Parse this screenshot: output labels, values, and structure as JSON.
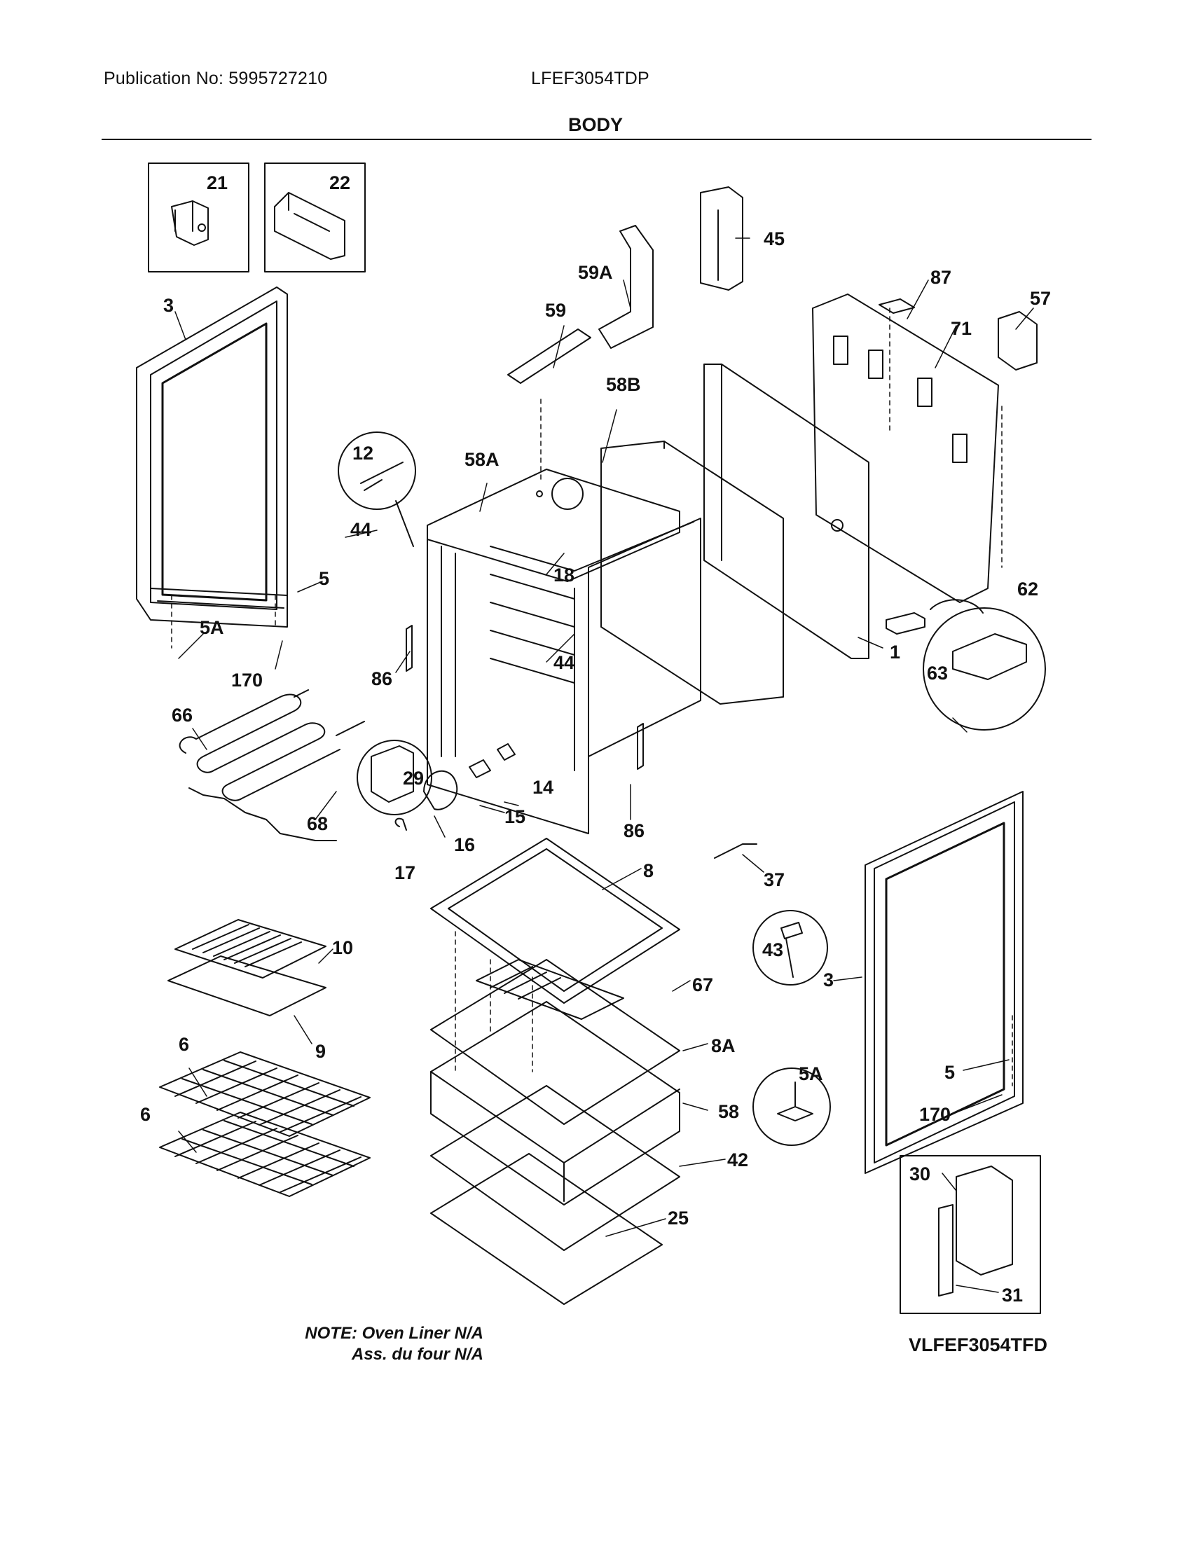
{
  "header": {
    "publication": "Publication No: 5995727210",
    "model": "LFEF3054TDP"
  },
  "section_title": "BODY",
  "labels": {
    "p21": "21",
    "p22": "22",
    "p3_left": "3",
    "p59a": "59A",
    "p45": "45",
    "p59": "59",
    "p87": "87",
    "p57": "57",
    "p71": "71",
    "p58b": "58B",
    "p12": "12",
    "p58a": "58A",
    "p44_top": "44",
    "p18": "18",
    "p5_left": "5",
    "p5a_left": "5A",
    "p170_left": "170",
    "p86_left": "86",
    "p44_mid": "44",
    "p1": "1",
    "p62": "62",
    "p63": "63",
    "p66": "66",
    "p29": "29",
    "p14": "14",
    "p15": "15",
    "p68": "68",
    "p16": "16",
    "p86_right": "86",
    "p17": "17",
    "p8": "8",
    "p37": "37",
    "p10": "10",
    "p43": "43",
    "p67": "67",
    "p3_right": "3",
    "p9": "9",
    "p6_top": "6",
    "p8a": "8A",
    "p5a_right": "5A",
    "p5_right": "5",
    "p6_bottom": "6",
    "p58": "58",
    "p170_right": "170",
    "p42": "42",
    "p30": "30",
    "p25": "25",
    "p31": "31"
  },
  "notes": {
    "line1": "NOTE: Oven Liner N/A",
    "line2": "Ass. du four N/A"
  },
  "diagram_code": "VLFEF3054TFD"
}
